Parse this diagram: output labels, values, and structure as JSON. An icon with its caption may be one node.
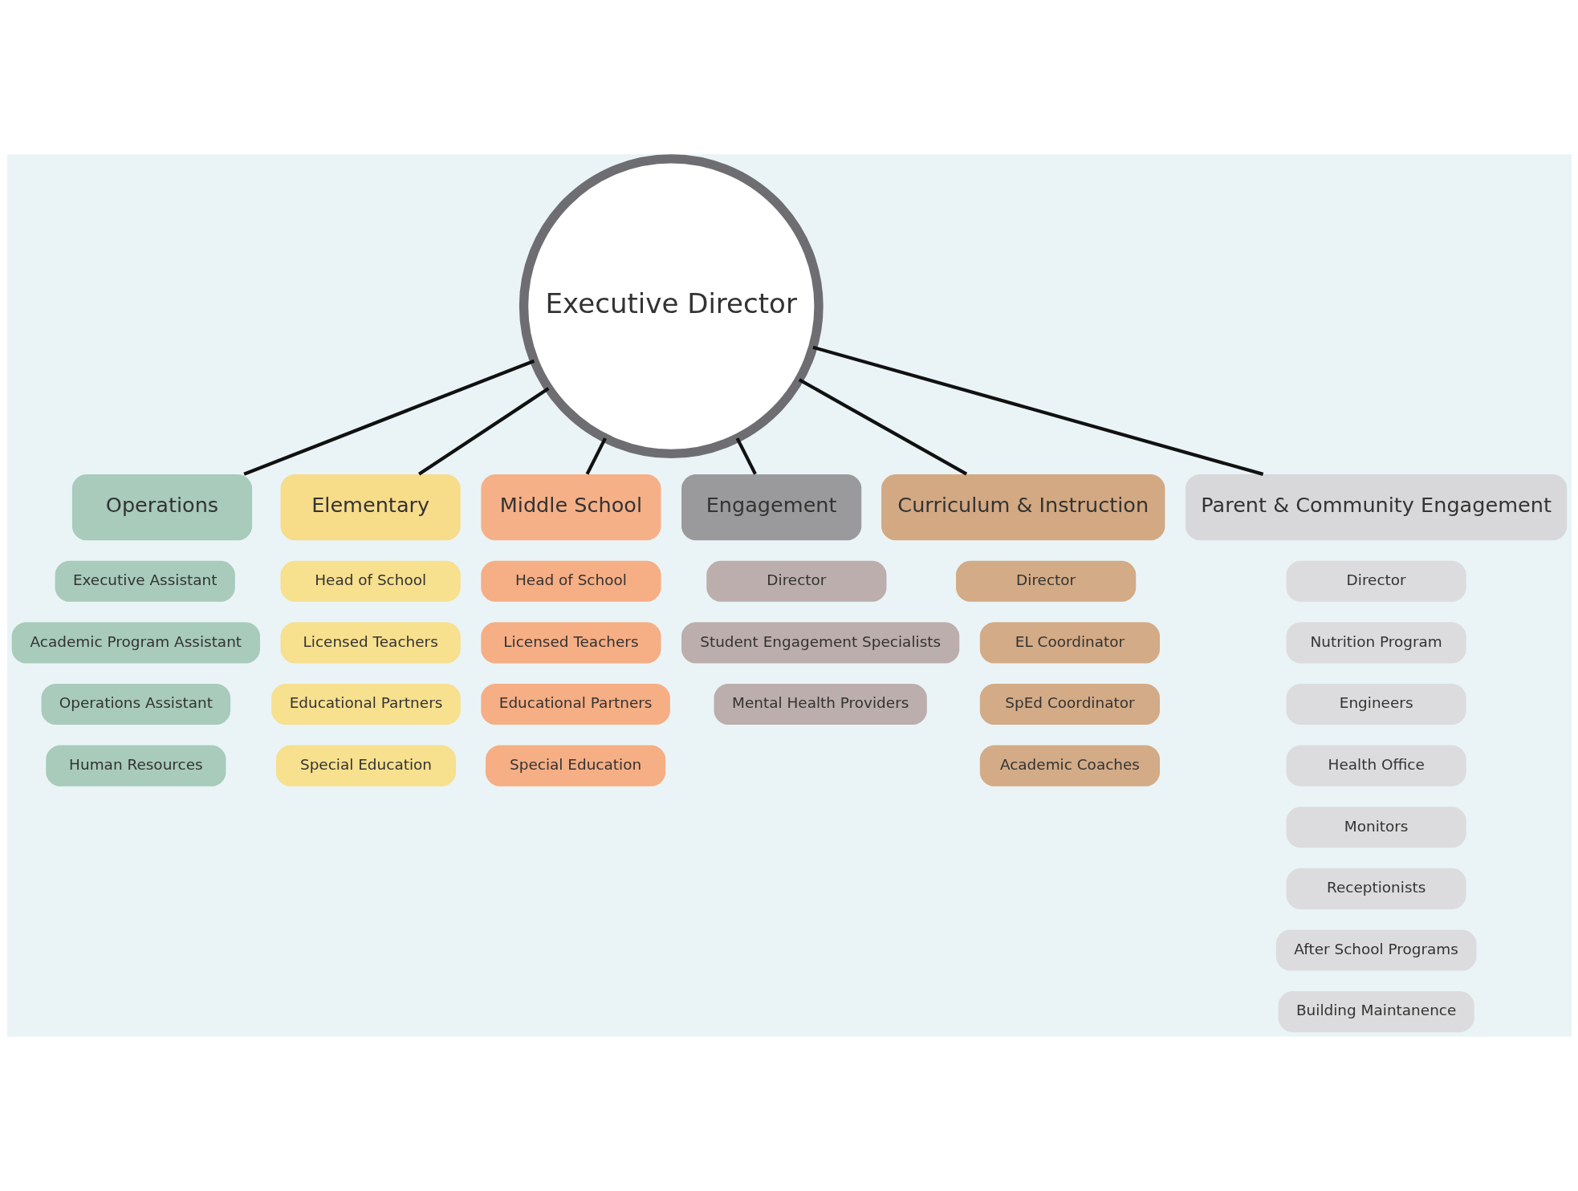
{
  "diagram": {
    "nodes": [
      {
        "text": [
          "Executive Director"
        ]
      },
      {
        "text": [
          "Operations"
        ]
      },
      {
        "text": [
          "Elementary"
        ]
      },
      {
        "text": [
          "Middle School"
        ]
      },
      {
        "text": [
          "Engagement"
        ]
      },
      {
        "text": [
          "Curriculum & Instruction"
        ]
      },
      {
        "text": [
          "Parent & Community Engagement"
        ]
      },
      {
        "text": [
          "Executive Assistant"
        ]
      },
      {
        "text": [
          "Academic Program Assistant"
        ]
      },
      {
        "text": [
          "Operations Assistant"
        ]
      },
      {
        "text": [
          "Human Resources"
        ]
      },
      {
        "text": [
          "Head of School"
        ]
      },
      {
        "text": [
          "Licensed Teachers"
        ]
      },
      {
        "text": [
          "Educational Partners"
        ]
      },
      {
        "text": [
          "Special Education"
        ]
      },
      {
        "text": [
          "Head of School"
        ]
      },
      {
        "text": [
          "Licensed Teachers"
        ]
      },
      {
        "text": [
          "Educational Partners"
        ]
      },
      {
        "text": [
          "Special Education"
        ]
      },
      {
        "text": [
          "Director"
        ]
      },
      {
        "text": [
          "Student Engagement Specialists"
        ]
      },
      {
        "text": [
          "Mental Health Providers"
        ]
      },
      {
        "text": [
          "Director"
        ]
      },
      {
        "text": [
          "EL Coordinator"
        ]
      },
      {
        "text": [
          "SpEd Coordinator"
        ]
      },
      {
        "text": [
          "Academic Coaches"
        ]
      },
      {
        "text": [
          "Director"
        ]
      },
      {
        "text": [
          "Nutrition Program"
        ]
      },
      {
        "text": [
          "Engineers"
        ]
      },
      {
        "text": [
          "Health Office"
        ]
      },
      {
        "text": [
          "Monitors"
        ]
      },
      {
        "text": [
          "Receptionists"
        ]
      },
      {
        "text": [
          "After School Programs"
        ]
      },
      {
        "text": [
          "Building Maintanence"
        ]
      }
    ],
    "edges": [
      {
        "from": 0,
        "to": 1,
        "arrow": "none"
      },
      {
        "from": 0,
        "to": 2,
        "arrow": "none"
      },
      {
        "from": 0,
        "to": 3,
        "arrow": "none"
      },
      {
        "from": 0,
        "to": 4,
        "arrow": "none"
      },
      {
        "from": 0,
        "to": 5,
        "arrow": "none"
      },
      {
        "from": 0,
        "to": 6,
        "arrow": "none"
      }
    ]
  }
}
